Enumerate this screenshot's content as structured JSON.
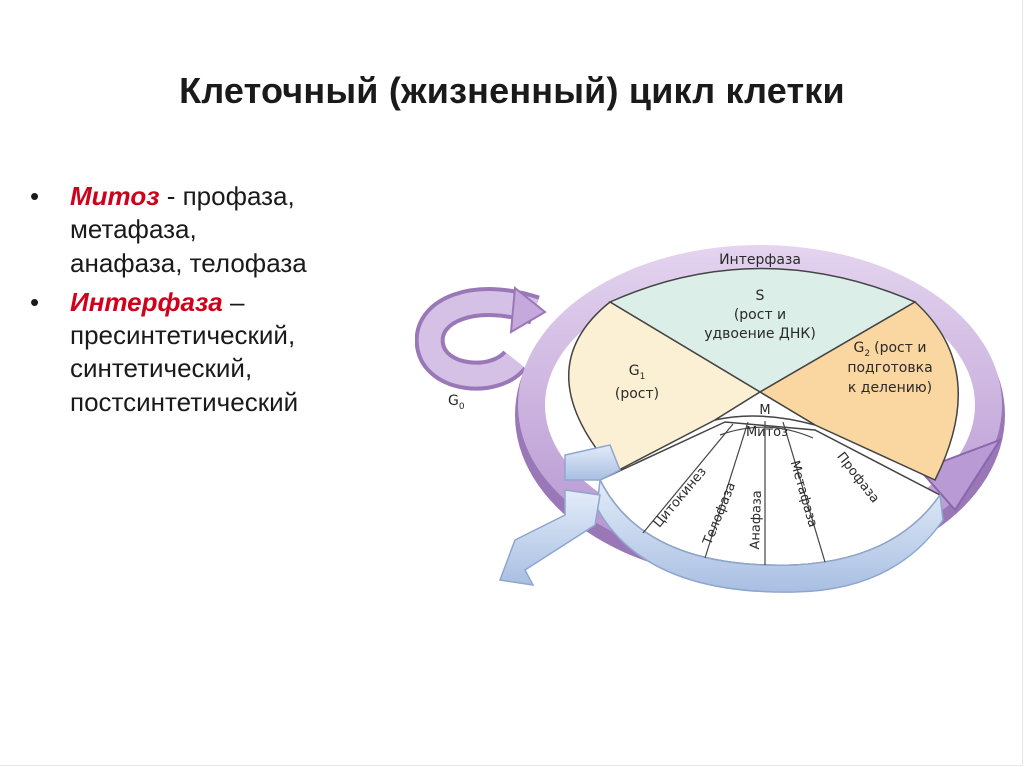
{
  "title": "Клеточный (жизненный) цикл клетки",
  "bullets": [
    {
      "term": "Митоз",
      "separator": " - ",
      "lines": [
        "профаза,",
        "метафаза,",
        "анафаза, телофаза"
      ]
    },
    {
      "term": "Интерфаза",
      "separator": " –",
      "lines": [
        "пресинтетический,",
        "синтетический,",
        "постсинтетический"
      ]
    }
  ],
  "diagram": {
    "interphase_label": "Интерфаза",
    "g0_label": "G",
    "g0_sub": "0",
    "s_label": {
      "title": "S",
      "line1": "(рост и",
      "line2": "удвоение ДНК)"
    },
    "g1_label": {
      "title": "G",
      "sub": "1",
      "line1": "(рост)"
    },
    "g2_label": {
      "title": "G",
      "sub": "2",
      "line1": "(рост и",
      "line2": "подготовка",
      "line3": "к делению)"
    },
    "m_label": "M",
    "mitosis_label": "Митоз",
    "mitosis_phases": [
      "Цитокинез",
      "Телофаза",
      "Анафаза",
      "Метафаза",
      "Профаза"
    ],
    "colors": {
      "ring": "#c9aedd",
      "ring_dark": "#9a78b8",
      "s_phase": "#dbeee8",
      "g1_phase": "#fbf0d3",
      "g2_phase": "#fad6a0",
      "mitosis": "#ffffff",
      "arrow_blue": "#c7d8f0",
      "arrow_blue_dark": "#8ea7cf"
    }
  }
}
